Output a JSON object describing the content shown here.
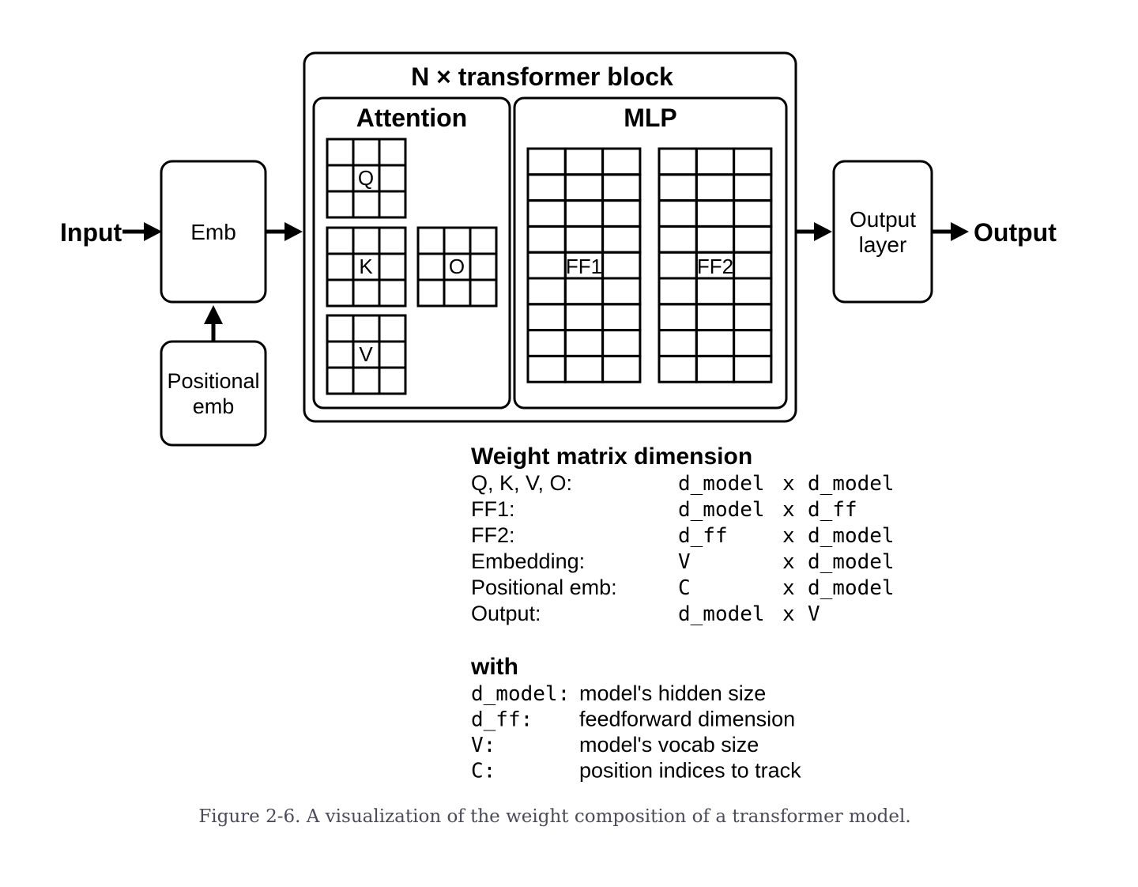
{
  "diagram": {
    "input_label": "Input",
    "output_label": "Output",
    "emb_label": "Emb",
    "positional_emb_label": [
      "Positional",
      "emb"
    ],
    "transformer_block_title": "N × transformer block",
    "attention_title": "Attention",
    "mlp_title": "MLP",
    "matrices": {
      "q": "Q",
      "k": "K",
      "v": "V",
      "o": "O",
      "ff1": "FF1",
      "ff2": "FF2"
    },
    "output_layer_label": [
      "Output",
      "layer"
    ]
  },
  "weights": {
    "title": "Weight matrix dimension",
    "rows": [
      {
        "name": "Q, K, V, O:",
        "rows_dim": "d_model",
        "x": "x",
        "cols_dim": "d_model"
      },
      {
        "name": "FF1:",
        "rows_dim": "d_model",
        "x": "x",
        "cols_dim": "d_ff"
      },
      {
        "name": "FF2:",
        "rows_dim": "d_ff",
        "x": "x",
        "cols_dim": "d_model"
      },
      {
        "name": "Embedding:",
        "rows_dim": "V",
        "x": "x",
        "cols_dim": "d_model"
      },
      {
        "name": "Positional emb:",
        "rows_dim": "C",
        "x": "x",
        "cols_dim": "d_model"
      },
      {
        "name": "Output:",
        "rows_dim": "d_model",
        "x": "x",
        "cols_dim": "V"
      }
    ]
  },
  "legend": {
    "title": "with",
    "items": [
      {
        "symbol": "d_model:",
        "meaning": "model's hidden size"
      },
      {
        "symbol": "d_ff:",
        "meaning": "feedforward dimension"
      },
      {
        "symbol": "V:",
        "meaning": "model's vocab size"
      },
      {
        "symbol": "C:",
        "meaning": "position indices to track"
      }
    ]
  },
  "caption": "Figure 2-6. A visualization of the weight composition of a transformer model."
}
